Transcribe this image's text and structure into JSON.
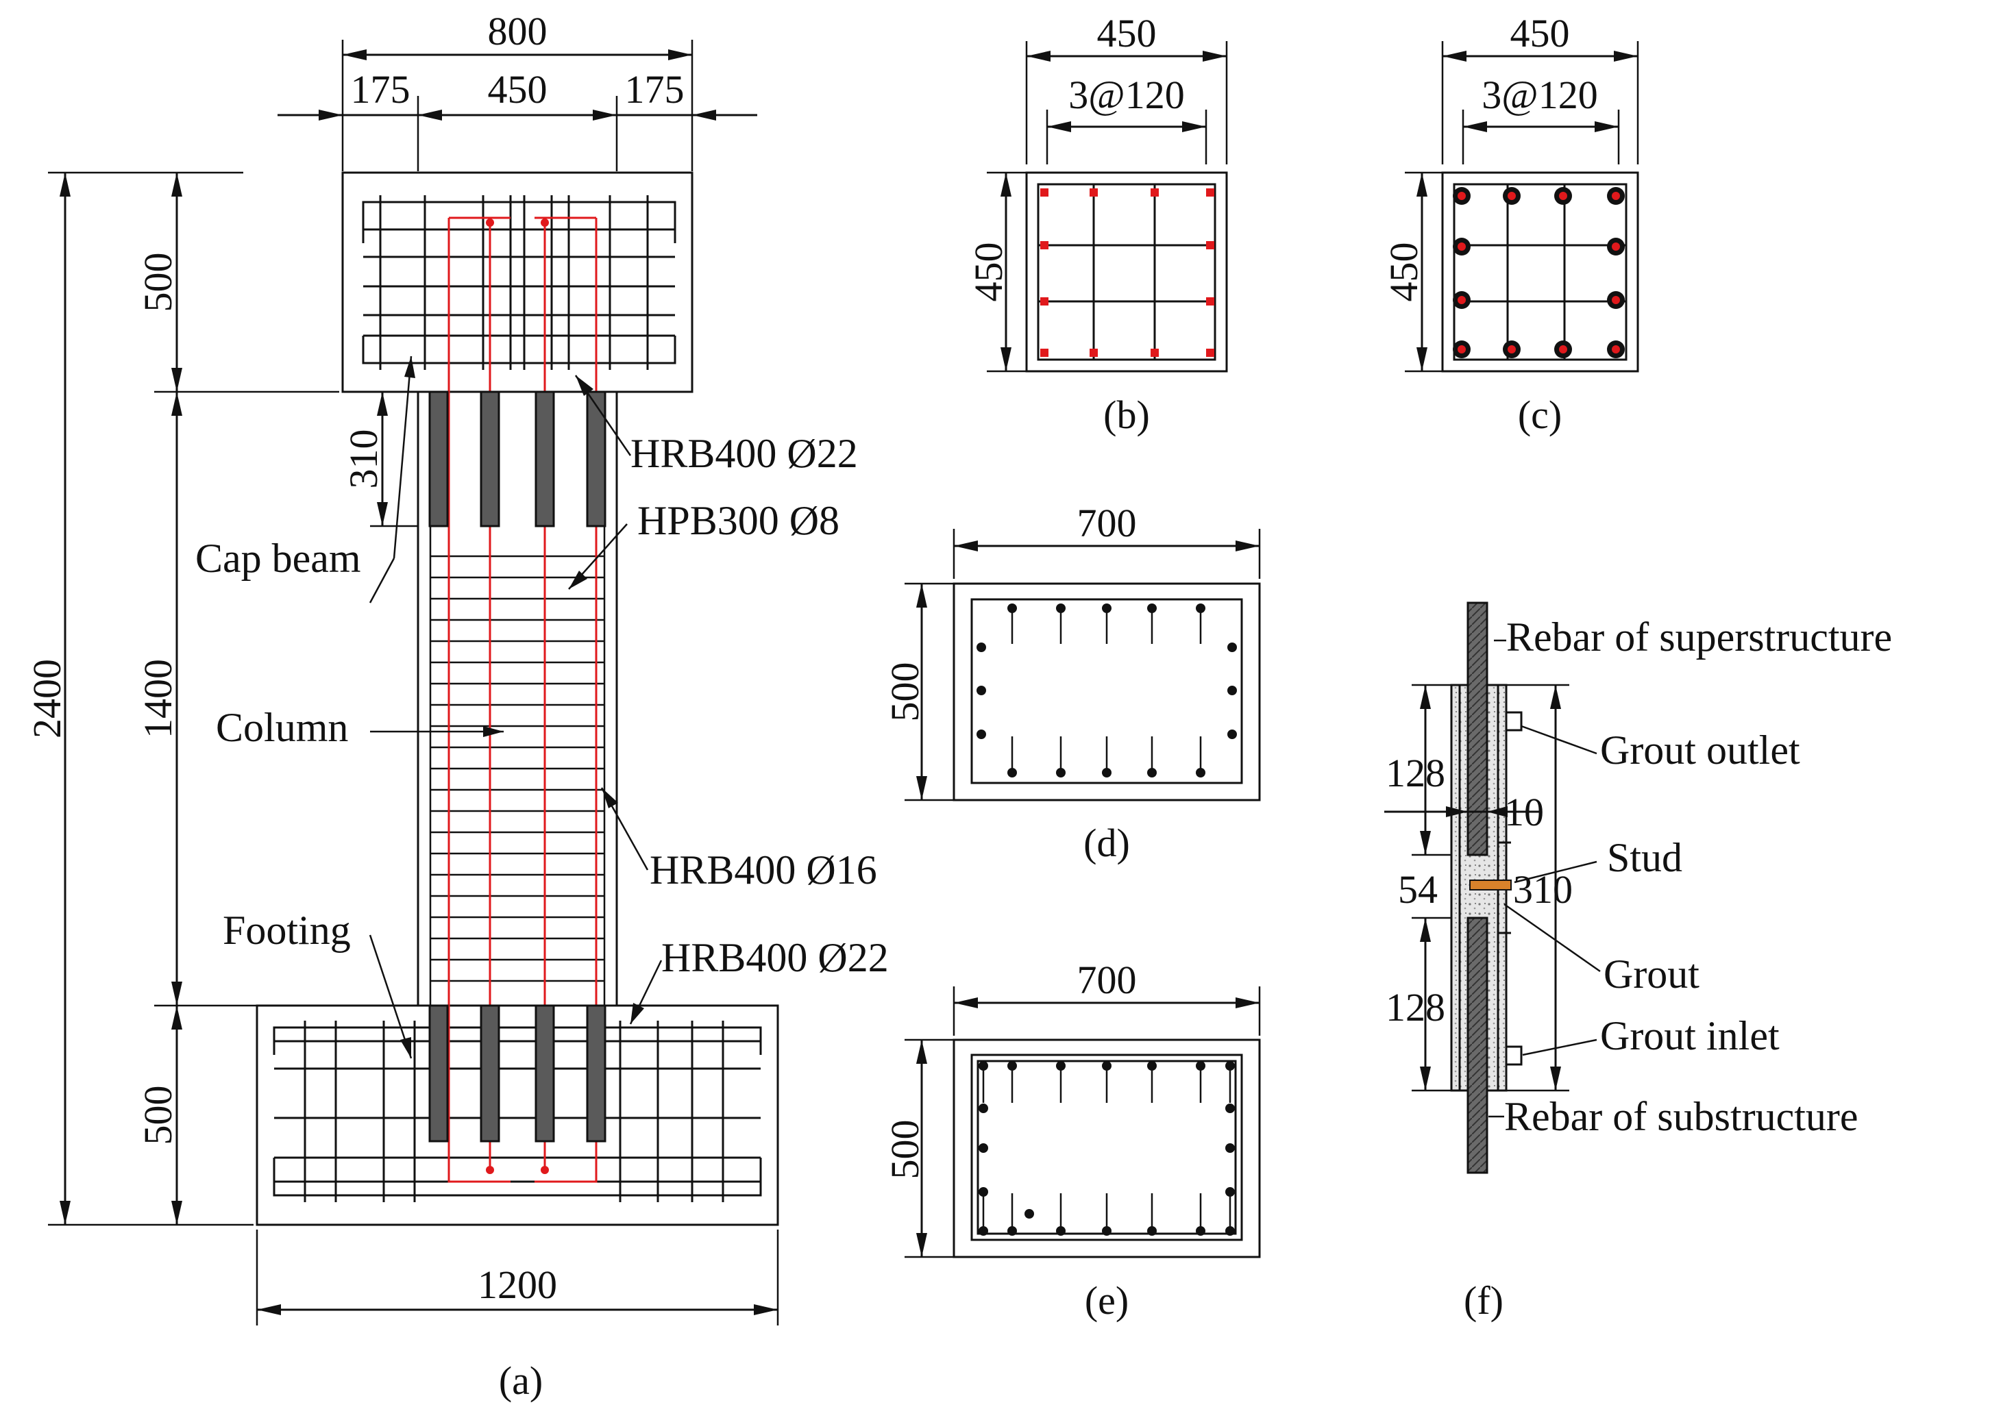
{
  "panel_a": {
    "dims": {
      "total_width": "800",
      "left_offset": "175",
      "column_width": "450",
      "right_offset": "175",
      "cap_height": "500",
      "sleeve_length": "310",
      "column_height": "1400",
      "footing_height": "500",
      "total_height": "2400",
      "footing_width": "1200"
    },
    "labels": {
      "cap_beam": "Cap beam",
      "column": "Column",
      "footing": "Footing",
      "rebar_top": "HRB400 Ø22",
      "stirrup": "HPB300 Ø8",
      "long_rebar": "HRB400 Ø16",
      "rebar_bottom": "HRB400 Ø22"
    },
    "caption": "(a)"
  },
  "panel_b": {
    "width": "450",
    "spacing": "3@120",
    "height": "450",
    "caption": "(b)"
  },
  "panel_c": {
    "width": "450",
    "spacing": "3@120",
    "height": "450",
    "caption": "(c)"
  },
  "panel_d": {
    "width": "700",
    "height": "500",
    "caption": "(d)"
  },
  "panel_e": {
    "width": "700",
    "height": "500",
    "caption": "(e)"
  },
  "panel_f": {
    "labels": {
      "rebar_super": "Rebar of superstructure",
      "grout_outlet": "Grout outlet",
      "stud": "Stud",
      "grout": "Grout",
      "grout_inlet": "Grout inlet",
      "rebar_sub": "Rebar of substructure"
    },
    "dims": {
      "upper": "128",
      "gap": "10",
      "middle": "54",
      "sleeve": "310",
      "lower": "128"
    },
    "caption": "(f)"
  },
  "colors": {
    "rebar_red": "#e0191c",
    "stud_orange": "#d9822b",
    "grout_gray": "#bdbdbd"
  }
}
